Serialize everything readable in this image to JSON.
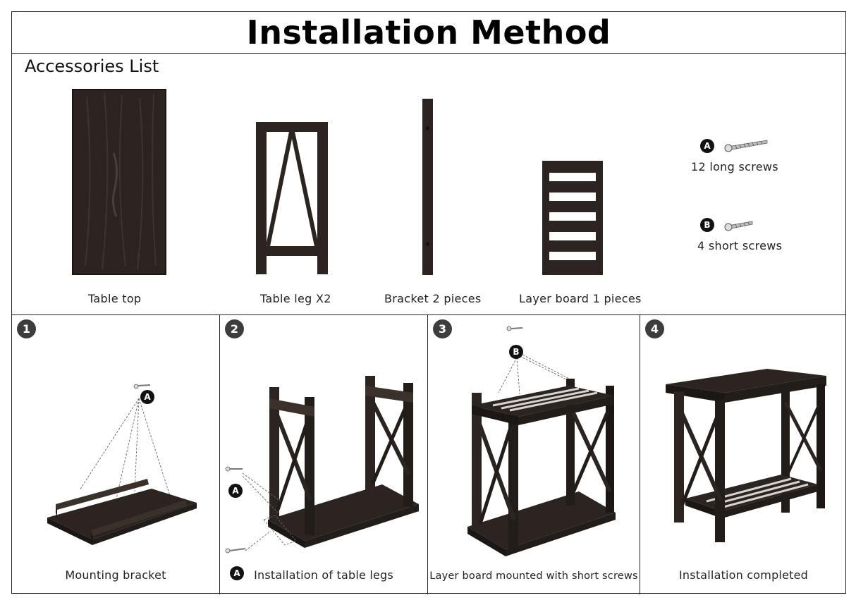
{
  "title": "Installation Method",
  "accessories": {
    "heading": "Accessories List",
    "items": [
      {
        "label": "Table top"
      },
      {
        "label": "Table leg X2"
      },
      {
        "label": "Bracket 2 pieces"
      },
      {
        "label": "Layer board 1 pieces"
      }
    ],
    "screws": [
      {
        "badge": "A",
        "label": "12 long screws"
      },
      {
        "badge": "B",
        "label": "4 short screws"
      }
    ]
  },
  "steps": [
    {
      "number": "1",
      "caption": "Mounting bracket",
      "badges": [
        "A"
      ]
    },
    {
      "number": "2",
      "caption": "Installation of table legs",
      "badges": [
        "A",
        "A"
      ]
    },
    {
      "number": "3",
      "caption": "Layer board  mounted with short screws",
      "badges": [
        "B"
      ]
    },
    {
      "number": "4",
      "caption": "Installation completed",
      "badges": []
    }
  ],
  "colors": {
    "wood": "#2b2420",
    "wood_highlight": "#4a3f38",
    "border": "#222222",
    "badge": "#111111",
    "step_badge": "#3d3d3d"
  }
}
